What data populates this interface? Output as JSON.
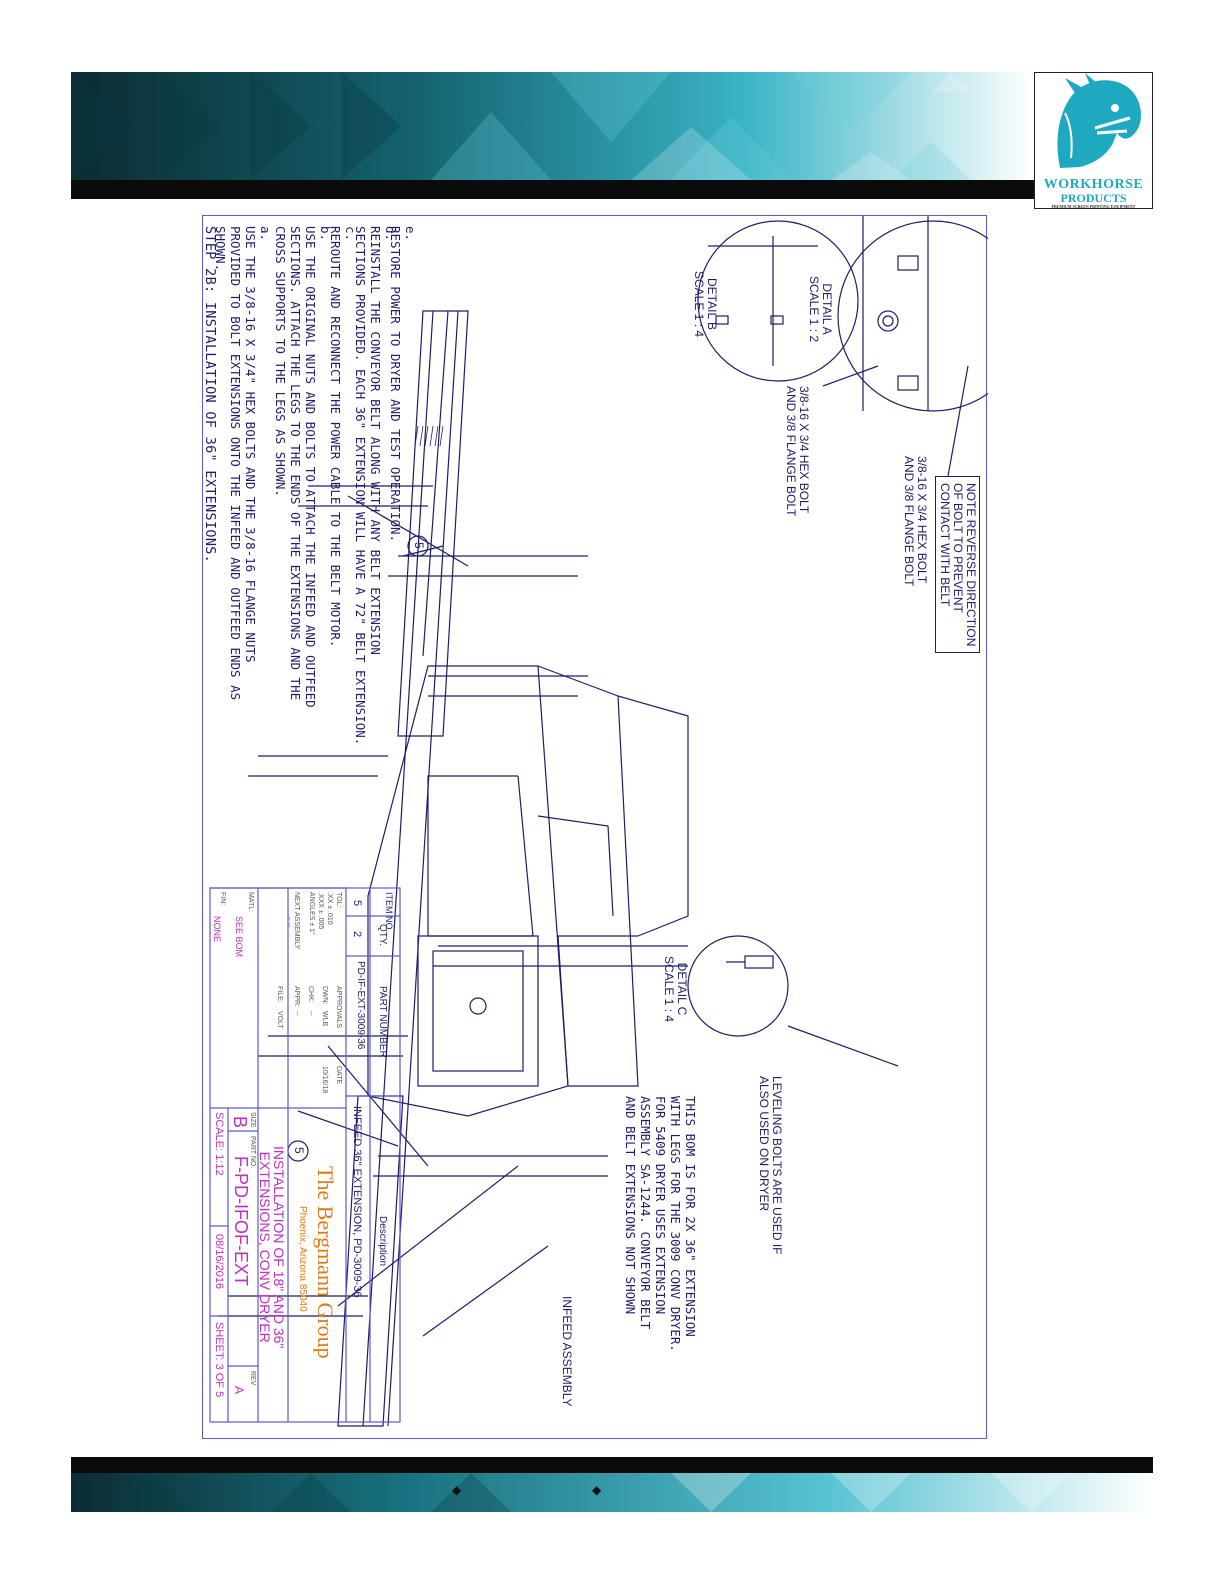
{
  "brand": {
    "name_line1": "WORKHORSE",
    "name_line2": "PRODUCTS",
    "tagline": "PREMIUM SCREEN PRINTING EQUIPMENT"
  },
  "drawing": {
    "step_title": "STEP 2B: INSTALLATION OF 36\" EXTENSIONS.",
    "instructions": [
      {
        "label": "a.",
        "text": "USE THE 3/8-16 X 3/4\" HEX BOLTS AND THE 3/8-16 FLANGE NUTS\nPROVIDED TO BOLT EXTENSIONS ONTO THE INFEED AND OUTFEED ENDS AS\nSHOWN."
      },
      {
        "label": "b.",
        "text": "USE THE ORIGINAL NUTS AND BOLTS TO ATTACH THE INFEED AND OUTFEED\nSECTIONS. ATTACH THE LEGS TO THE ENDS OF THE EXTENSIONS AND THE\nCROSS SUPPORTS TO THE LEGS AS SHOWN."
      },
      {
        "label": "c.",
        "text": "REROUTE AND RECONNECT THE POWER CABLE TO THE BELT MOTOR."
      },
      {
        "label": "d.",
        "text": "REINSTALL THE CONVEYOR BELT ALONG WITH ANY BELT EXTENSION\nSECTIONS PROVIDED. EACH 36\" EXTENSION WILL HAVE A 72\" BELT EXTENSION."
      },
      {
        "label": "e.",
        "text": "RESTORE POWER TO DRYER AND TEST OPERATION."
      }
    ],
    "detail_a": {
      "name": "DETAIL A",
      "scale": "SCALE 1 : 2"
    },
    "detail_b": {
      "name": "DETAIL B",
      "scale": "SCALE 1 : 4"
    },
    "detail_c": {
      "name": "DETAIL C",
      "scale": "SCALE 1 : 4"
    },
    "note_reverse": "NOTE REVERSE DIRECTION\nOF BOLT TO PREVENT\nCONTACT WITH BELT",
    "callout_bolt_a": "3/8-16 X 3/4 HEX BOLT\nAND 3/8 FLANGE BOLT",
    "callout_bolt_b": "3/8-16 X 3/4 HEX BOLT\nAND 3/8 FLANGE BOLT",
    "callout_leveling": "LEVELING BOLTS ARE USED IF\nALSO USED ON DRYER",
    "callout_infeed": "INFEED ASSEMBLY",
    "balloon_item": "5",
    "bom_note": "THIS BOM IS FOR 2X 36\" EXTENSION\nWITH LEGS FOR THE 3009 CONV DRYER.\nFOR 5409 DRYER USES EXTENSION\nASSEMBLY SA-1244. CONVEYOR BELT\nAND BELT EXTENSIONS NOT SHOWN",
    "bom": {
      "headers": [
        "ITEM NO.",
        "QTY.",
        "PART NUMBER",
        "Description"
      ],
      "rows": [
        [
          "5",
          "2",
          "PD-IF-EXT-3009-36",
          "INFEED 36\" EXTENSION, PD-3009-36"
        ]
      ]
    },
    "title_block": {
      "company": "The Bergmann Group",
      "location": "Phoenix, Arizona  85040",
      "title": "INSTALLATION OF 18\" AND 36\"\nEXTENSIONS, CONV DRYER",
      "size_label": "SIZE",
      "size": "B",
      "part_no_label": "PART NO.",
      "part_no": "F-PD-IFOF-EXT",
      "rev_label": "REV",
      "rev": "A",
      "scale": "SCALE: 1:12",
      "date": "08/16/2016",
      "sheet": "SHEET: 3 OF 5",
      "tol_label": "TOL:",
      "tol_xx": ".XX ± .010",
      "tol_xxx": ".XXX ± .005",
      "tol_angles": "ANGLES ± 1°",
      "next_assembly_label": "NEXT ASSEMBLY",
      "next_assembly": "-- --",
      "file_label": "FILE:",
      "file": "VOLT",
      "matl_label": "MATL:",
      "matl": "SEE BOM",
      "fin_label": "FIN:",
      "fin": "NONE",
      "approvals_label": "APPROVALS",
      "date_label": "DATE",
      "dwn_label": "DWN:",
      "dwn": "WLB",
      "dwn_date": "10/16/18",
      "chk_label": "CHK:",
      "chk": "--",
      "appr_label": "APPR:",
      "appr": "--"
    }
  },
  "colors": {
    "header_teal": "#1fa9c0",
    "line_blue": "#1d1d6a",
    "border_blue": "#5a5ad6",
    "title_orange": "#e07a14",
    "title_pink": "#c02fc0"
  }
}
